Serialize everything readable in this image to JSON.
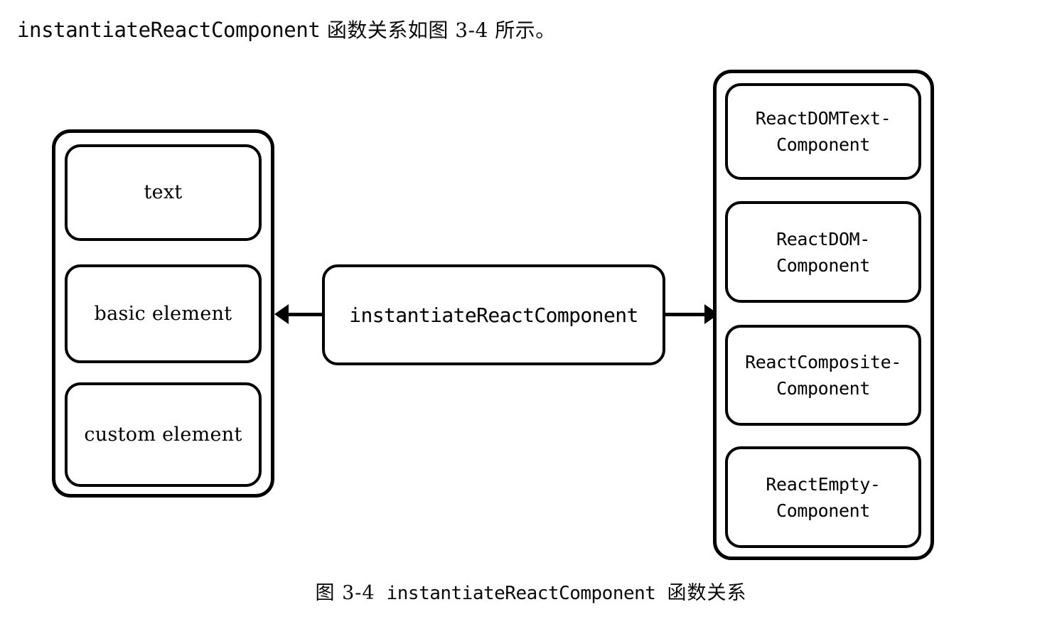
{
  "intro": {
    "code_term": "instantiateReactComponent",
    "cjk_part": " 函数关系如图 3-4 所示。"
  },
  "diagram": {
    "type": "flow-diagram",
    "orientation": "horizontal-bidirectional",
    "center_node": {
      "label": "instantiateReactComponent"
    },
    "left_group": {
      "name": "input-types",
      "items": [
        {
          "label": "text"
        },
        {
          "label": "basic element"
        },
        {
          "label": "custom element"
        }
      ]
    },
    "right_group": {
      "name": "output-component-classes",
      "items": [
        {
          "line1": "ReactDOMText-",
          "line2": "Component"
        },
        {
          "line1": "ReactDOM-",
          "line2": "Component"
        },
        {
          "line1": "ReactComposite-",
          "line2": "Component"
        },
        {
          "line1": "ReactEmpty-",
          "line2": "Component"
        }
      ]
    },
    "arrows": [
      {
        "name": "arrow-to-left-group",
        "direction": "left"
      },
      {
        "name": "arrow-to-right-group",
        "direction": "right"
      }
    ],
    "colors": {
      "stroke": "#000000",
      "fill": "#ffffff",
      "text": "#0a0a0a"
    }
  },
  "caption": {
    "figure_number": "图 3-4",
    "code_term": "instantiateReactComponent",
    "suffix": "函数关系"
  }
}
